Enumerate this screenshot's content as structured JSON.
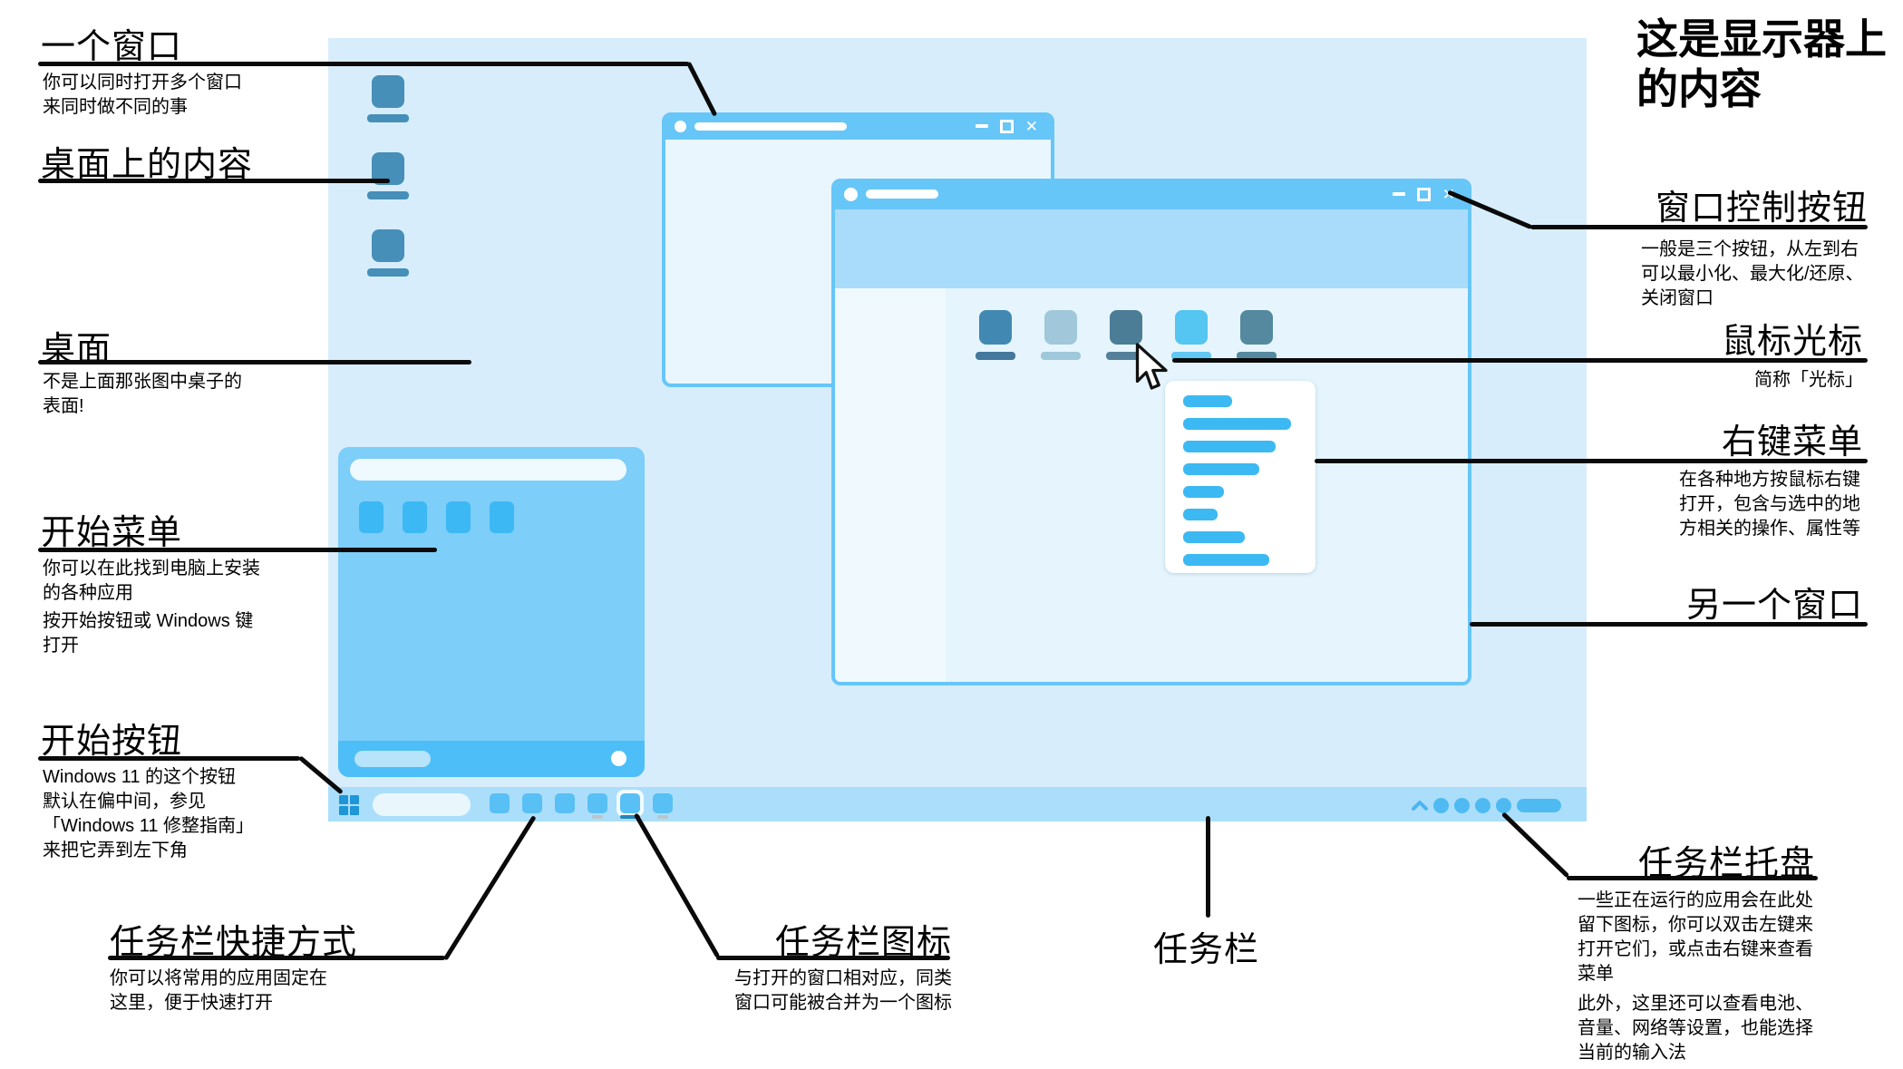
{
  "monitor_title": "这是显示器上\n的内容",
  "annotations": {
    "window1": {
      "title": "一个窗口",
      "desc": "你可以同时打开多个窗口\n来同时做不同的事"
    },
    "desktop_items": {
      "title": "桌面上的内容"
    },
    "desktop": {
      "title": "桌面",
      "desc": "不是上面那张图中桌子的\n表面!"
    },
    "start_menu": {
      "title": "开始菜单",
      "desc1": "你可以在此找到电脑上安装\n的各种应用",
      "desc2": "按开始按钮或 Windows 键\n打开"
    },
    "start_button": {
      "title": "开始按钮",
      "desc": "Windows 11 的这个按钮\n默认在偏中间，参见\n「Windows 11 修整指南」\n来把它弄到左下角"
    },
    "taskbar_shortcuts": {
      "title": "任务栏快捷方式",
      "desc": "你可以将常用的应用固定在\n这里，便于快速打开"
    },
    "taskbar_icons": {
      "title": "任务栏图标",
      "desc": "与打开的窗口相对应，同类\n窗口可能被合并为一个图标"
    },
    "taskbar": {
      "title": "任务栏"
    },
    "window_controls": {
      "title": "窗口控制按钮",
      "desc": "一般是三个按钮，从左到右\n可以最小化、最大化/还原、\n关闭窗口"
    },
    "mouse_cursor": {
      "title": "鼠标光标",
      "desc": "简称「光标」"
    },
    "context_menu": {
      "title": "右键菜单",
      "desc": "在各种地方按鼠标右键\n打开，包含与选中的地\n方相关的操作、属性等"
    },
    "window2": {
      "title": "另一个窗口"
    },
    "tray": {
      "title": "任务栏托盘",
      "desc1": "一些正在运行的应用会在此处\n留下图标，你可以双击左键来\n打开它们，或点击右键来查看\n菜单",
      "desc2": "此外，这里还可以查看电池、\n音量、网络等设置，也能选择\n当前的输入法"
    }
  },
  "glyphs": {
    "close": "✕"
  },
  "colors": {
    "desktop_bg": "#d7edfc",
    "taskbar_bg": "#abdefb",
    "taskbar_search": "#e9f7fd",
    "window_frame": "#67c6f8",
    "window_content": "#e9f6fe",
    "front_header": "#a9dcfb",
    "front_sidebar": "#f0fafe",
    "front_main": "#e6f5fd",
    "start_menu_body": "#7dcef9",
    "start_menu_footer": "#4dbef7",
    "accent_tile": "#3cb8f4",
    "taskbar_icon": "#58c0f4",
    "start_button": "#1e96d8",
    "tray_icon": "#4fbaf2",
    "desktop_icon": "#458fb8",
    "menu_line": "#3cb9f2",
    "active_indicator": "#2287bc",
    "inactive_indicator": "#b9c5cc"
  },
  "illustration": {
    "desktop_icon_count": 3,
    "start_menu_tile_count": 4,
    "tray_dot_count": 4,
    "context_menu_line_widths": [
      54,
      119,
      102,
      84,
      45,
      38,
      68,
      95
    ],
    "front_window_icons": [
      {
        "body": "#4189b3",
        "label": "#44789c"
      },
      {
        "body": "#a0c8da",
        "label": "#9fc8da"
      },
      {
        "body": "#4c7d96",
        "label": "#55809a"
      },
      {
        "body": "#55c5f2",
        "label": "#61c8f3"
      },
      {
        "body": "#54899f",
        "label": "#54899f"
      }
    ],
    "taskbar_app_icons": [
      "plain",
      "plain",
      "plain",
      "gray",
      "active",
      "gray"
    ]
  }
}
